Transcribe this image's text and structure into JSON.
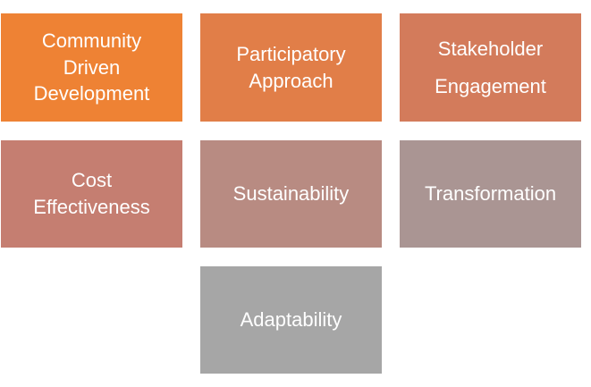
{
  "boxes": [
    {
      "label": "Community\nDriven\nDevelopment",
      "color": "#EE8234"
    },
    {
      "label": "Participatory\nApproach",
      "color": "#E17E48"
    },
    {
      "label": "Stakeholder\nEngagement",
      "color": "#D37B5B"
    },
    {
      "label": "Cost\nEffectiveness",
      "color": "#C57E71"
    },
    {
      "label": "Sustainability",
      "color": "#B88B82"
    },
    {
      "label": "Transformation",
      "color": "#AA9593"
    },
    {
      "label": "Adaptability",
      "color": "#A6A6A6"
    }
  ]
}
